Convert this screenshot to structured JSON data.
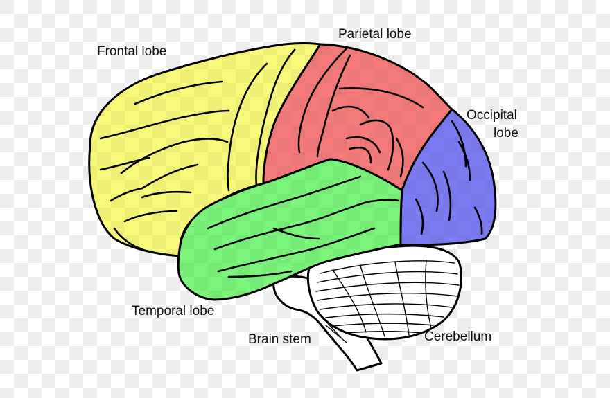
{
  "diagram": {
    "labels": {
      "frontal": "Frontal lobe",
      "parietal": "Parietal lobe",
      "occipital_line1": "Occipital",
      "occipital_line2": "lobe",
      "temporal": "Temporal lobe",
      "brainstem": "Brain stem",
      "cerebellum": "Cerebellum"
    },
    "colors": {
      "frontal": "#f8f87a",
      "parietal": "#f47a7a",
      "occipital": "#7b7bf2",
      "temporal": "#7af47a",
      "cerebellum": "#ffffff",
      "brainstem": "#ffffff",
      "checker_light": "#ffffff",
      "checker_dark": "#ededed"
    }
  }
}
